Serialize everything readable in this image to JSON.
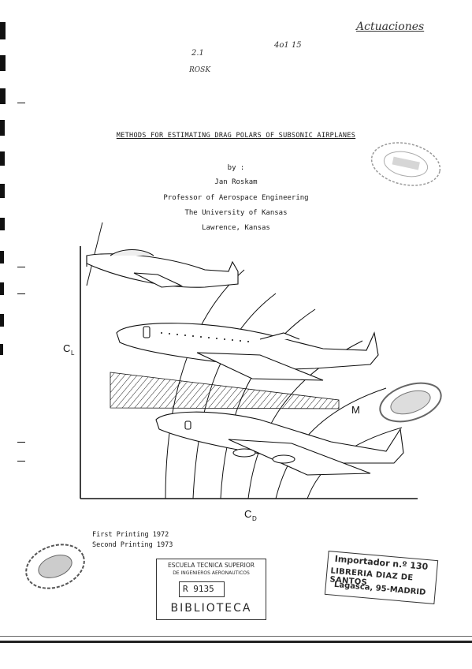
{
  "annotations": {
    "top_right": "Actuaciones",
    "number_left_top": "2.1",
    "number_left_bottom": "ROSK",
    "number_mid": "4o1 15"
  },
  "title": "METHODS FOR ESTIMATING DRAG POLARS OF SUBSONIC AIRPLANES",
  "author": {
    "by": "by :",
    "name": "Jan Roskam",
    "position": "Professor of Aerospace Engineering",
    "institution": "The University of Kansas",
    "location": "Lawrence, Kansas"
  },
  "figure": {
    "y_axis_label": "C",
    "y_axis_sub": "L",
    "x_axis_label": "C",
    "x_axis_sub": "D",
    "mach_label": "M"
  },
  "printing": {
    "first": "First Printing 1972",
    "second": "Second Printing 1973"
  },
  "stamps": {
    "library": {
      "line1": "ESCUELA TECNICA SUPERIOR",
      "line2": "DE INGENIEROS AERONAUTICOS",
      "number": "R 9135",
      "label": "BIBLIOTECA"
    },
    "bookseller": {
      "line1": "Importador n.º 130",
      "line2": "LIBRERIA DIAZ DE SANTOS",
      "line3": "Lagasca, 95-MADRID"
    }
  }
}
